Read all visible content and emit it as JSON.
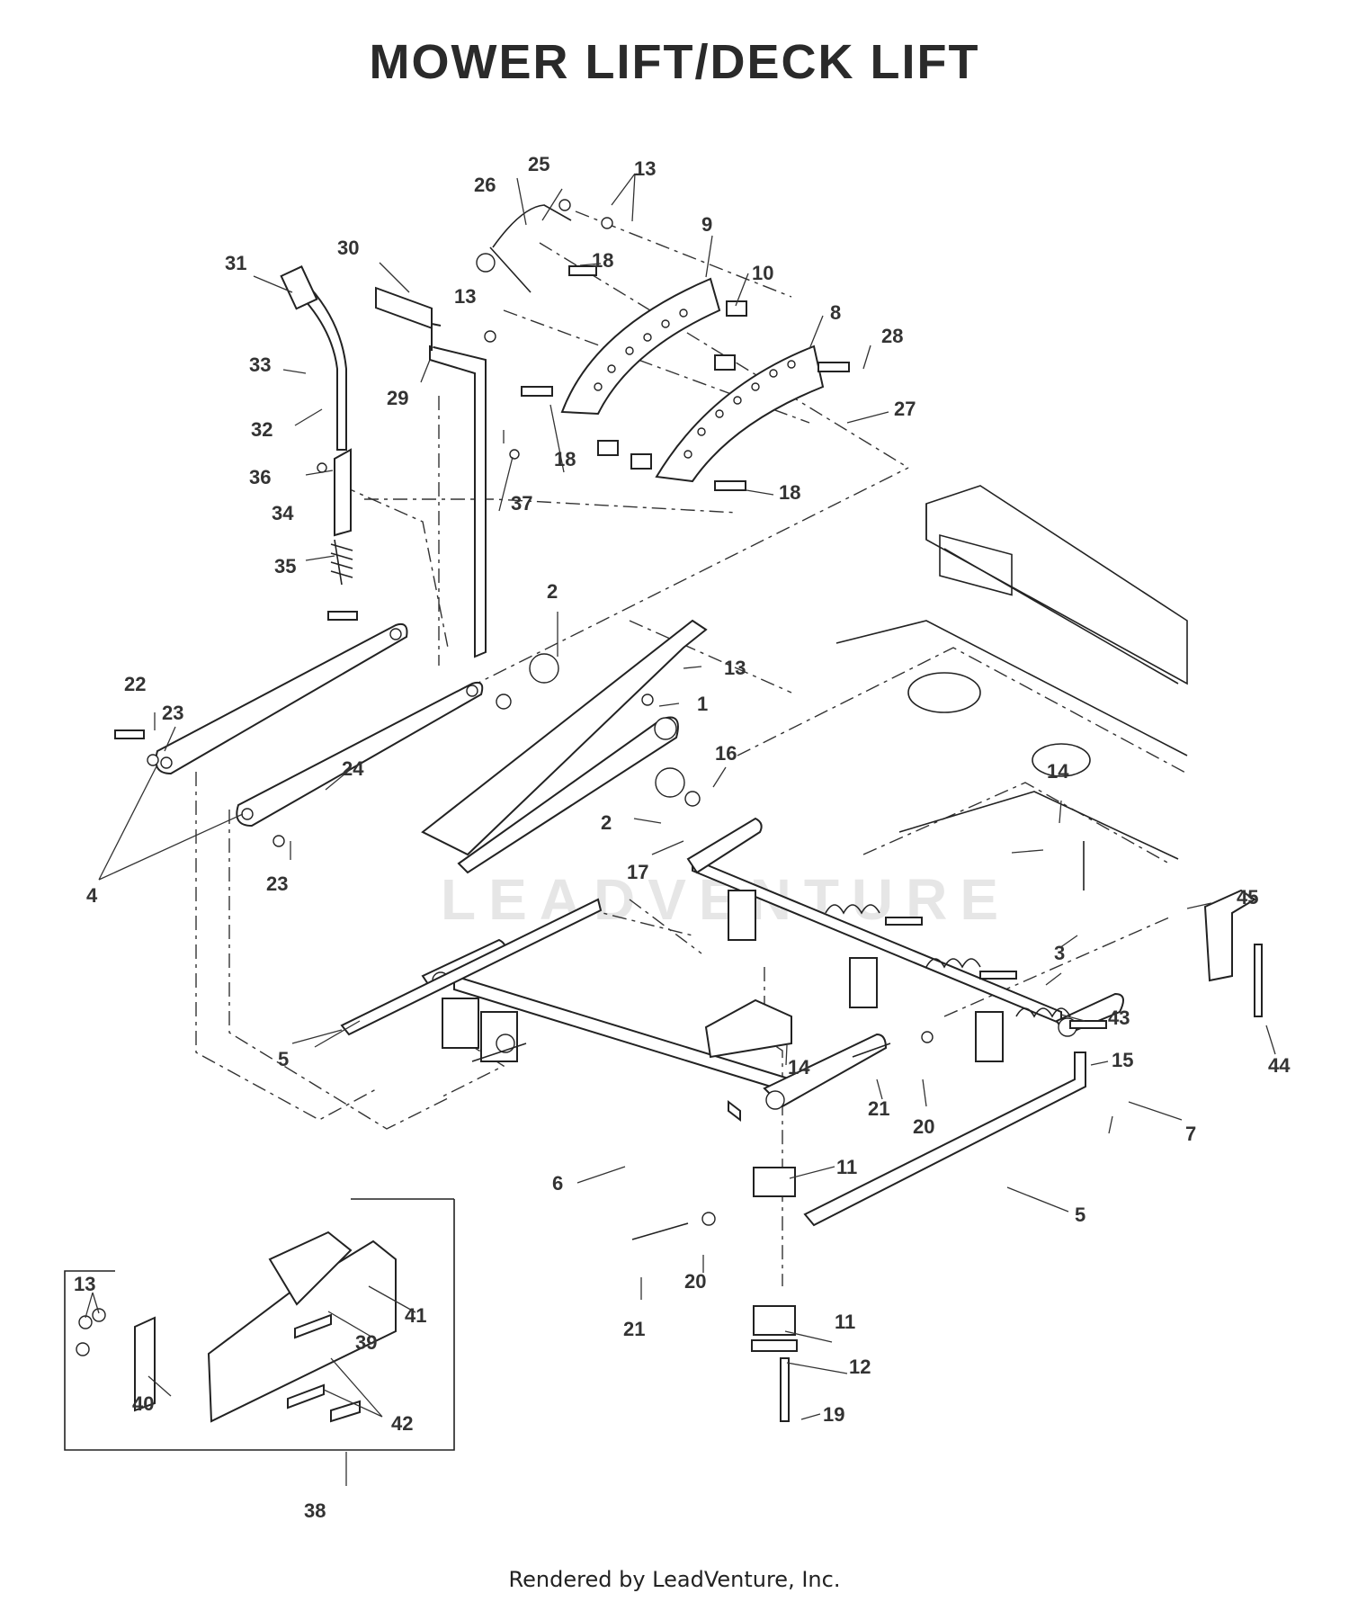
{
  "title": "MOWER LIFT/DECK LIFT",
  "footer": "Rendered by LeadVenture, Inc.",
  "watermark": "LEADVENTURE",
  "callouts": [
    {
      "id": "c1",
      "label": "1"
    },
    {
      "id": "c2a",
      "label": "2"
    },
    {
      "id": "c2b",
      "label": "2"
    },
    {
      "id": "c3",
      "label": "3"
    },
    {
      "id": "c4",
      "label": "4"
    },
    {
      "id": "c5a",
      "label": "5"
    },
    {
      "id": "c5b",
      "label": "5"
    },
    {
      "id": "c6",
      "label": "6"
    },
    {
      "id": "c7",
      "label": "7"
    },
    {
      "id": "c8",
      "label": "8"
    },
    {
      "id": "c9",
      "label": "9"
    },
    {
      "id": "c10",
      "label": "10"
    },
    {
      "id": "c11a",
      "label": "11"
    },
    {
      "id": "c11b",
      "label": "11"
    },
    {
      "id": "c12",
      "label": "12"
    },
    {
      "id": "c13a",
      "label": "13"
    },
    {
      "id": "c13b",
      "label": "13"
    },
    {
      "id": "c13c",
      "label": "13"
    },
    {
      "id": "c13d",
      "label": "13"
    },
    {
      "id": "c14a",
      "label": "14"
    },
    {
      "id": "c14b",
      "label": "14"
    },
    {
      "id": "c15",
      "label": "15"
    },
    {
      "id": "c16",
      "label": "16"
    },
    {
      "id": "c17",
      "label": "17"
    },
    {
      "id": "c18a",
      "label": "18"
    },
    {
      "id": "c18b",
      "label": "18"
    },
    {
      "id": "c18c",
      "label": "18"
    },
    {
      "id": "c19",
      "label": "19"
    },
    {
      "id": "c20a",
      "label": "20"
    },
    {
      "id": "c20b",
      "label": "20"
    },
    {
      "id": "c21a",
      "label": "21"
    },
    {
      "id": "c21b",
      "label": "21"
    },
    {
      "id": "c22",
      "label": "22"
    },
    {
      "id": "c23a",
      "label": "23"
    },
    {
      "id": "c23b",
      "label": "23"
    },
    {
      "id": "c24",
      "label": "24"
    },
    {
      "id": "c25",
      "label": "25"
    },
    {
      "id": "c26",
      "label": "26"
    },
    {
      "id": "c27",
      "label": "27"
    },
    {
      "id": "c28",
      "label": "28"
    },
    {
      "id": "c29",
      "label": "29"
    },
    {
      "id": "c30",
      "label": "30"
    },
    {
      "id": "c31",
      "label": "31"
    },
    {
      "id": "c32",
      "label": "32"
    },
    {
      "id": "c33",
      "label": "33"
    },
    {
      "id": "c34",
      "label": "34"
    },
    {
      "id": "c35",
      "label": "35"
    },
    {
      "id": "c36",
      "label": "36"
    },
    {
      "id": "c37",
      "label": "37"
    },
    {
      "id": "c38",
      "label": "38"
    },
    {
      "id": "c39",
      "label": "39"
    },
    {
      "id": "c40",
      "label": "40"
    },
    {
      "id": "c41",
      "label": "41"
    },
    {
      "id": "c42",
      "label": "42"
    },
    {
      "id": "c43",
      "label": "43"
    },
    {
      "id": "c44",
      "label": "44"
    },
    {
      "id": "c45",
      "label": "45"
    }
  ]
}
